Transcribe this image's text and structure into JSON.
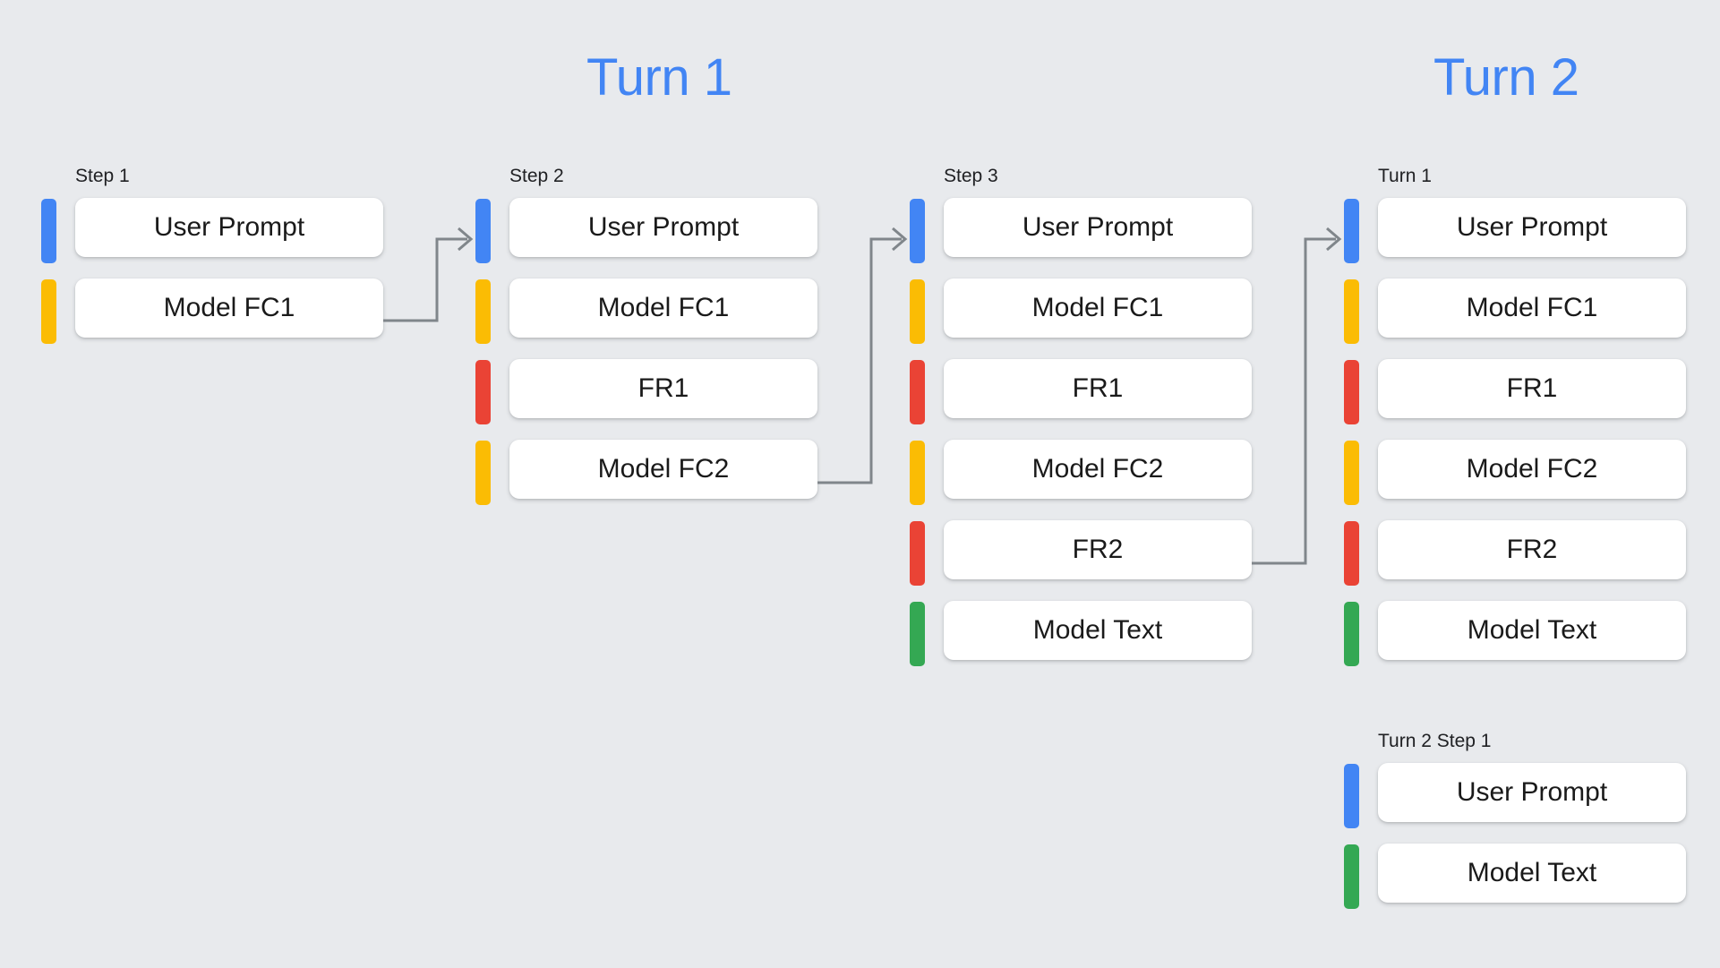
{
  "background_color": "#e8eaed",
  "palette": {
    "blue": "#4285f4",
    "yellow": "#fbbc04",
    "red": "#ea4335",
    "green": "#34a853",
    "card": "#ffffff",
    "connector": "#80868b",
    "text": "#1a1a1a"
  },
  "headings": [
    {
      "id": "turn-1",
      "label": "Turn 1"
    },
    {
      "id": "turn-2",
      "label": "Turn 2"
    }
  ],
  "columns": [
    {
      "id": "step-1",
      "label": "Step 1",
      "rows": [
        {
          "color": "blue",
          "label": "User Prompt"
        },
        {
          "color": "yellow",
          "label": "Model FC1"
        }
      ]
    },
    {
      "id": "step-2",
      "label": "Step 2",
      "rows": [
        {
          "color": "blue",
          "label": "User Prompt"
        },
        {
          "color": "yellow",
          "label": "Model FC1"
        },
        {
          "color": "red",
          "label": "FR1"
        },
        {
          "color": "yellow",
          "label": "Model FC2"
        }
      ]
    },
    {
      "id": "step-3",
      "label": "Step 3",
      "rows": [
        {
          "color": "blue",
          "label": "User Prompt"
        },
        {
          "color": "yellow",
          "label": "Model FC1"
        },
        {
          "color": "red",
          "label": "FR1"
        },
        {
          "color": "yellow",
          "label": "Model FC2"
        },
        {
          "color": "red",
          "label": "FR2"
        },
        {
          "color": "green",
          "label": "Model Text"
        }
      ]
    },
    {
      "id": "turn-1-summary",
      "label": "Turn 1",
      "rows": [
        {
          "color": "blue",
          "label": "User Prompt"
        },
        {
          "color": "yellow",
          "label": "Model FC1"
        },
        {
          "color": "red",
          "label": "FR1"
        },
        {
          "color": "yellow",
          "label": "Model FC2"
        },
        {
          "color": "red",
          "label": "FR2"
        },
        {
          "color": "green",
          "label": "Model Text"
        }
      ]
    },
    {
      "id": "turn-2-step-1",
      "label": "Turn 2 Step 1",
      "rows": [
        {
          "color": "blue",
          "label": "User Prompt"
        },
        {
          "color": "green",
          "label": "Model Text"
        }
      ]
    }
  ]
}
